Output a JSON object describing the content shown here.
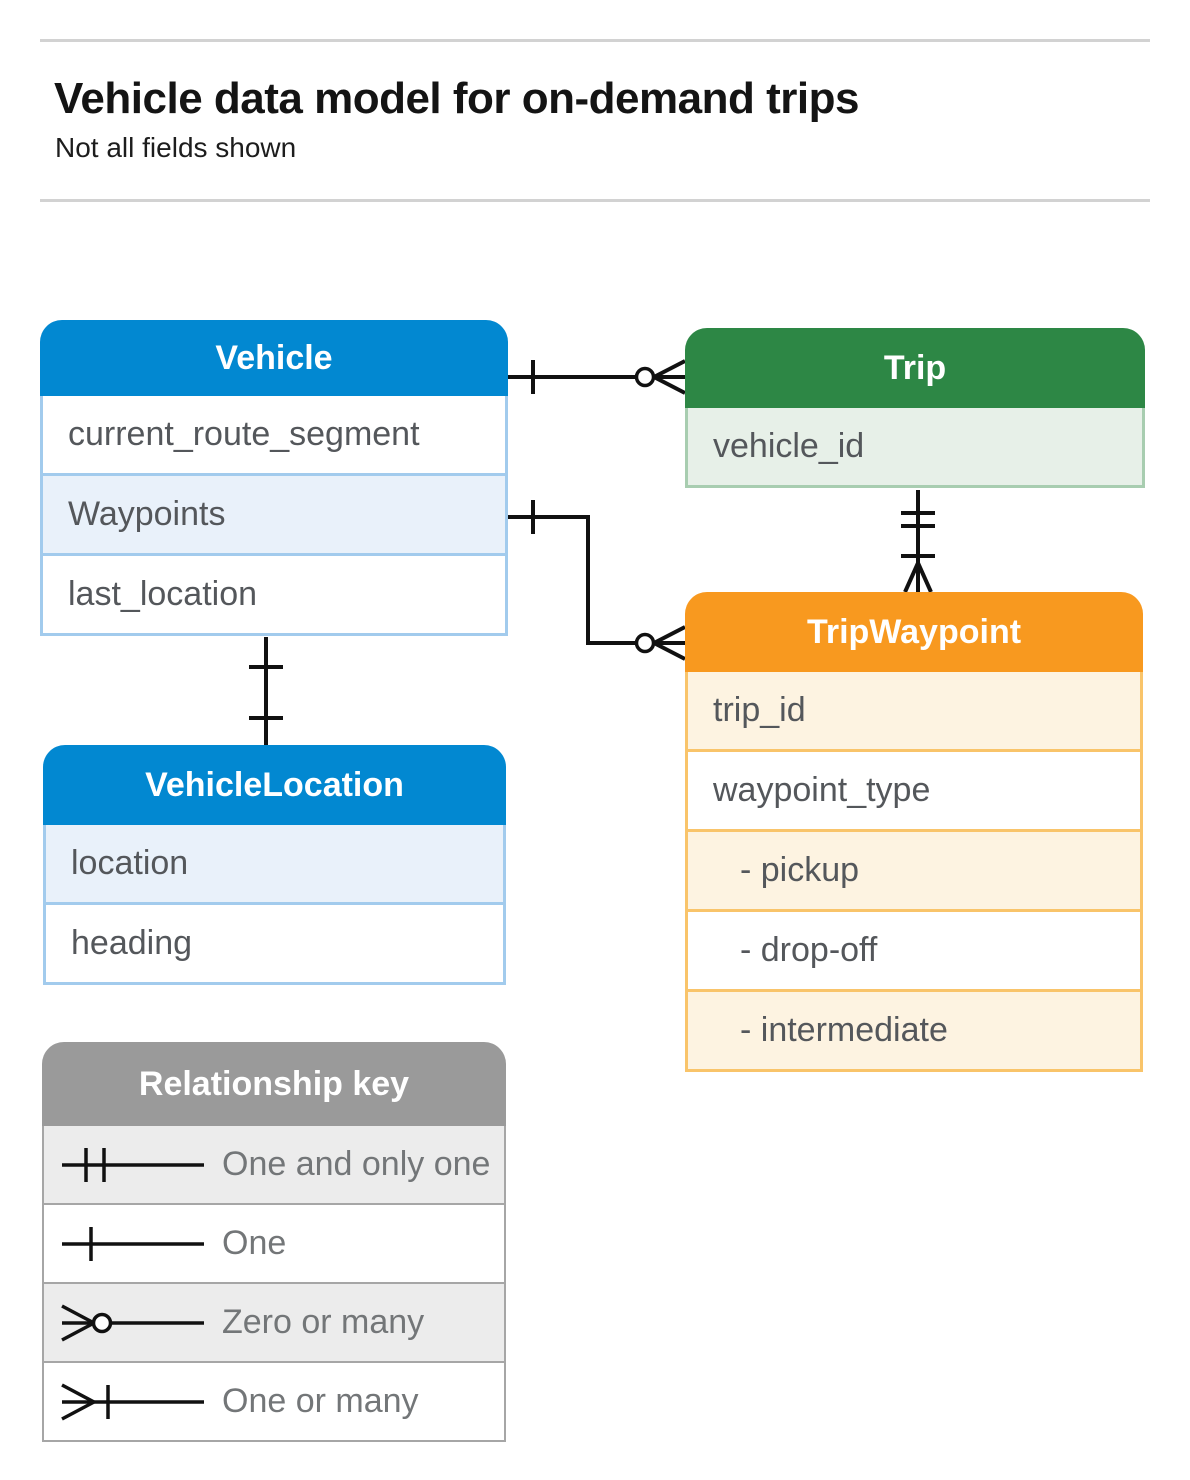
{
  "page": {
    "title": "Vehicle data model for on-demand trips",
    "subtitle": "Not all fields shown"
  },
  "colors": {
    "blue_header": "#0288d1",
    "blue_row_tint": "#e9f1fa",
    "blue_border": "#a2cbed",
    "green_header": "#2d8745",
    "green_row_tint": "#e7f0e8",
    "green_border": "#a8cdb0",
    "orange_header": "#f8991f",
    "orange_row_tint": "#fdf3e1",
    "orange_border": "#f9c46a",
    "legend_header": "#9a9a9a",
    "legend_row_alt": "#ececec",
    "row_text": "#54575b",
    "connector_stroke": "#111111",
    "divider": "#d2d2d2"
  },
  "entities": [
    {
      "id": "vehicle",
      "title": "Vehicle",
      "theme": "blue",
      "fields": [
        {
          "label": "current_route_segment"
        },
        {
          "label": "Waypoints"
        },
        {
          "label": "last_location"
        }
      ]
    },
    {
      "id": "trip",
      "title": "Trip",
      "theme": "green",
      "fields": [
        {
          "label": "vehicle_id"
        }
      ]
    },
    {
      "id": "trip_waypoint",
      "title": "TripWaypoint",
      "theme": "orange",
      "fields": [
        {
          "label": "trip_id"
        },
        {
          "label": "waypoint_type"
        },
        {
          "label": "- pickup"
        },
        {
          "label": "- drop-off"
        },
        {
          "label": "- intermediate"
        }
      ]
    },
    {
      "id": "vehicle_location",
      "title": "VehicleLocation",
      "theme": "blue",
      "fields": [
        {
          "label": "location"
        },
        {
          "label": "heading"
        }
      ]
    }
  ],
  "relationships": [
    {
      "from": "Vehicle",
      "to": "Trip",
      "from_end": "one",
      "to_end": "zero-or-many"
    },
    {
      "from": "Vehicle.Waypoints",
      "to": "TripWaypoint",
      "from_end": "one",
      "to_end": "zero-or-many"
    },
    {
      "from": "Trip",
      "to": "TripWaypoint",
      "from_end": "one-and-only-one",
      "to_end": "one-or-many"
    },
    {
      "from": "Vehicle",
      "to": "VehicleLocation",
      "from_end": "one",
      "to_end": "one"
    }
  ],
  "legend": {
    "title": "Relationship key",
    "items": [
      {
        "symbol": "one-and-only-one",
        "label": "One and only one"
      },
      {
        "symbol": "one",
        "label": "One"
      },
      {
        "symbol": "zero-or-many",
        "label": "Zero or many"
      },
      {
        "symbol": "one-or-many",
        "label": "One or many"
      }
    ]
  }
}
